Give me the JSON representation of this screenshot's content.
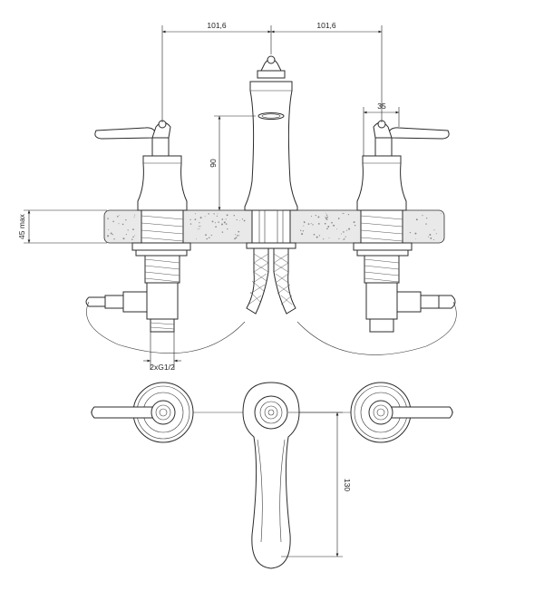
{
  "dimensions": {
    "spacing_left": "101,6",
    "spacing_right": "101,6",
    "handle_offset": "35",
    "spout_height": "90",
    "counter_max": "45 max",
    "thread": "2xG1/2",
    "spout_reach": "130"
  }
}
